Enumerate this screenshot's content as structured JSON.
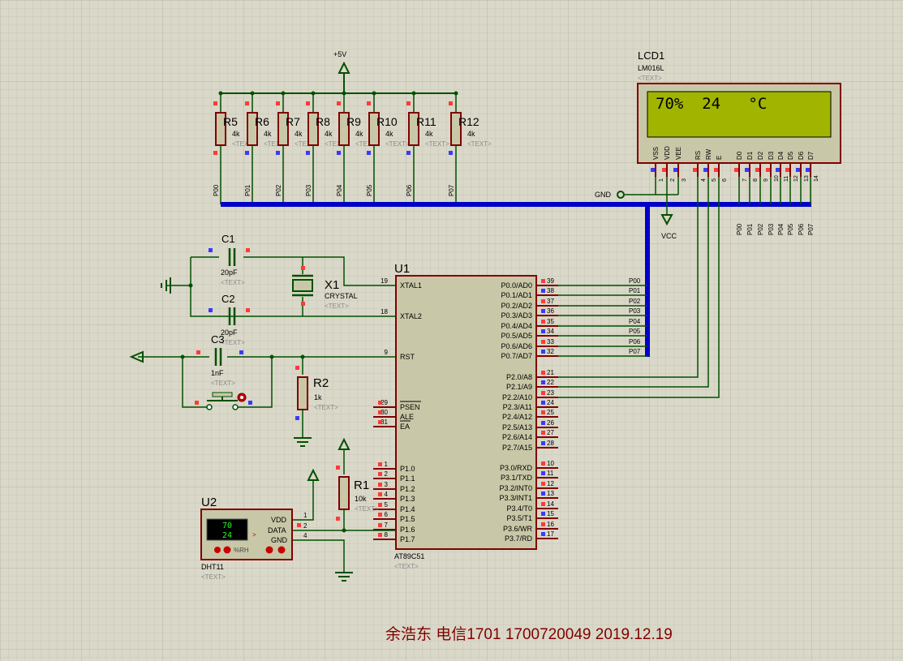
{
  "power": {
    "plus5v": "+5V",
    "gnd": "GND",
    "vcc": "VCC"
  },
  "pullups": [
    {
      "ref": "R5",
      "value": "4k",
      "text": "<TEXT>",
      "net": "P00"
    },
    {
      "ref": "R6",
      "value": "4k",
      "text": "<TEXT>",
      "net": "P01"
    },
    {
      "ref": "R7",
      "value": "4k",
      "text": "<TEXT>",
      "net": "P02"
    },
    {
      "ref": "R8",
      "value": "4k",
      "text": "<TEXT>",
      "net": "P03"
    },
    {
      "ref": "R9",
      "value": "4k",
      "text": "<TEXT>",
      "net": "P04"
    },
    {
      "ref": "R10",
      "value": "4k",
      "text": "<TEXT>",
      "net": "P05"
    },
    {
      "ref": "R11",
      "value": "4k",
      "text": "<TEXT>",
      "net": "P06"
    },
    {
      "ref": "R12",
      "value": "4k",
      "text": "<TEXT>",
      "net": "P07"
    }
  ],
  "lcd": {
    "ref": "LCD1",
    "model": "LM016L",
    "text": "<TEXT>",
    "line1": "70%  24   °C",
    "pins": [
      {
        "name": "VSS",
        "num": "1"
      },
      {
        "name": "VDD",
        "num": "2"
      },
      {
        "name": "VEE",
        "num": "3"
      },
      {
        "name": "RS",
        "num": "4"
      },
      {
        "name": "RW",
        "num": "5"
      },
      {
        "name": "E",
        "num": "6"
      },
      {
        "name": "D0",
        "num": "7"
      },
      {
        "name": "D1",
        "num": "8"
      },
      {
        "name": "D2",
        "num": "9"
      },
      {
        "name": "D3",
        "num": "10"
      },
      {
        "name": "D4",
        "num": "11"
      },
      {
        "name": "D5",
        "num": "12"
      },
      {
        "name": "D6",
        "num": "13"
      },
      {
        "name": "D7",
        "num": "14"
      }
    ],
    "busnets": [
      "P00",
      "P01",
      "P02",
      "P03",
      "P04",
      "P05",
      "P06",
      "P07"
    ]
  },
  "c1": {
    "ref": "C1",
    "value": "20pF",
    "text": "<TEXT>"
  },
  "c2": {
    "ref": "C2",
    "value": "20pF",
    "text": "<TEXT>"
  },
  "c3": {
    "ref": "C3",
    "value": "1nF",
    "text": "<TEXT>"
  },
  "x1": {
    "ref": "X1",
    "value": "CRYSTAL",
    "text": "<TEXT>"
  },
  "r2": {
    "ref": "R2",
    "value": "1k",
    "text": "<TEXT>"
  },
  "r1": {
    "ref": "R1",
    "value": "10k",
    "text": "<TEXT>"
  },
  "mcu": {
    "ref": "U1",
    "model": "AT89C51",
    "text": "<TEXT>",
    "left_pins": [
      {
        "num": "19",
        "name": "XTAL1"
      },
      {
        "num": "18",
        "name": "XTAL2"
      },
      {
        "num": "9",
        "name": "RST"
      },
      {
        "num": "29",
        "name": "PSEN"
      },
      {
        "num": "30",
        "name": "ALE"
      },
      {
        "num": "31",
        "name": "EA"
      },
      {
        "num": "1",
        "name": "P1.0"
      },
      {
        "num": "2",
        "name": "P1.1"
      },
      {
        "num": "3",
        "name": "P1.2"
      },
      {
        "num": "4",
        "name": "P1.3"
      },
      {
        "num": "5",
        "name": "P1.4"
      },
      {
        "num": "6",
        "name": "P1.5"
      },
      {
        "num": "7",
        "name": "P1.6"
      },
      {
        "num": "8",
        "name": "P1.7"
      }
    ],
    "right_pins": [
      {
        "num": "39",
        "name": "P0.0/AD0",
        "net": "P00"
      },
      {
        "num": "38",
        "name": "P0.1/AD1",
        "net": "P01"
      },
      {
        "num": "37",
        "name": "P0.2/AD2",
        "net": "P02"
      },
      {
        "num": "36",
        "name": "P0.3/AD3",
        "net": "P03"
      },
      {
        "num": "35",
        "name": "P0.4/AD4",
        "net": "P04"
      },
      {
        "num": "34",
        "name": "P0.5/AD5",
        "net": "P05"
      },
      {
        "num": "33",
        "name": "P0.6/AD6",
        "net": "P06"
      },
      {
        "num": "32",
        "name": "P0.7/AD7",
        "net": "P07"
      },
      {
        "num": "21",
        "name": "P2.0/A8",
        "net": ""
      },
      {
        "num": "22",
        "name": "P2.1/A9",
        "net": ""
      },
      {
        "num": "23",
        "name": "P2.2/A10",
        "net": ""
      },
      {
        "num": "24",
        "name": "P2.3/A11",
        "net": ""
      },
      {
        "num": "25",
        "name": "P2.4/A12",
        "net": ""
      },
      {
        "num": "26",
        "name": "P2.5/A13",
        "net": ""
      },
      {
        "num": "27",
        "name": "P2.6/A14",
        "net": ""
      },
      {
        "num": "28",
        "name": "P2.7/A15",
        "net": ""
      },
      {
        "num": "10",
        "name": "P3.0/RXD",
        "net": ""
      },
      {
        "num": "11",
        "name": "P3.1/TXD",
        "net": ""
      },
      {
        "num": "12",
        "name": "P3.2/INT0",
        "net": ""
      },
      {
        "num": "13",
        "name": "P3.3/INT1",
        "net": ""
      },
      {
        "num": "14",
        "name": "P3.4/T0",
        "net": ""
      },
      {
        "num": "15",
        "name": "P3.5/T1",
        "net": ""
      },
      {
        "num": "16",
        "name": "P3.6/WR",
        "net": ""
      },
      {
        "num": "17",
        "name": "P3.7/RD",
        "net": ""
      }
    ]
  },
  "dht": {
    "ref": "U2",
    "model": "DHT11",
    "text": "<TEXT>",
    "humidity": "70",
    "temperature": "24",
    "unit": "%RH",
    "arrow": ">",
    "pins": [
      {
        "name": "VDD",
        "num": "1"
      },
      {
        "name": "DATA",
        "num": "2"
      },
      {
        "name": "GND",
        "num": "4"
      }
    ]
  },
  "footer": {
    "caption": "余浩东 电信1701 1700720049  2019.12.19"
  },
  "colors": {
    "wire": "#005000",
    "bus": "#0000c8",
    "body": "#c8c8a8",
    "outline": "#800000",
    "lcdscreen": "#a0b400",
    "caption": "#800000"
  }
}
